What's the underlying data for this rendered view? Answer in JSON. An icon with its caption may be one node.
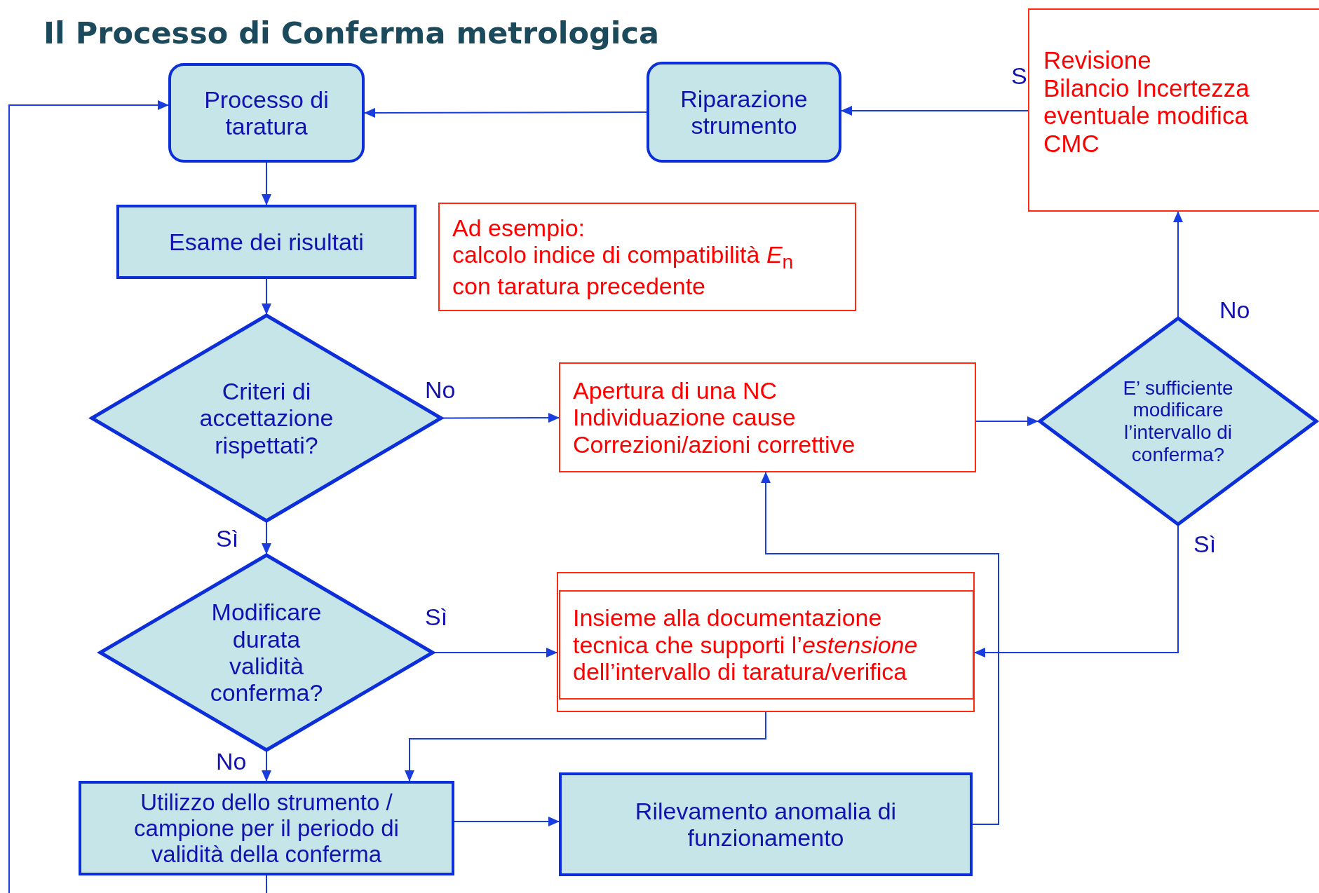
{
  "diagram": {
    "title": "Il Processo di Conferma metrologica",
    "nodes": [
      {
        "text": [
          "Processo di taratura"
        ]
      },
      {
        "text": [
          "Riparazione strumento"
        ]
      },
      {
        "text": [
          "Revisione",
          "Bilancio Incertezza",
          "eventuale modifica CMC"
        ]
      },
      {
        "text": [
          "Esame dei risultati"
        ]
      },
      {
        "text": [
          "Ad esempio:",
          "calcolo indice di compatibilità *E*$_{n}$ con taratura precedente"
        ]
      },
      {
        "text": [
          "Criteri di accettazione rispettati?"
        ]
      },
      {
        "text": [
          "Apertura di una NC",
          "Individuazione cause",
          "Correzioni/azioni correttive"
        ]
      },
      {
        "text": [
          "E’ sufficiente modificare l’intervallo di conferma?"
        ]
      },
      {
        "text": [
          "Modificare durata validità conferma?"
        ]
      },
      {
        "text": [],
        "shape": "box"
      },
      {
        "text": [
          "Insieme alla documentazione tecnica che supporti l’*estensione* dell’intervallo di taratura/verifica"
        ],
        "in": 9
      },
      {
        "text": [
          "Utilizzo dello strumento / campione per il periodo di validità della conferma"
        ]
      },
      {
        "text": [
          "Rilevamento anomalia di funzionamento"
        ]
      }
    ],
    "edges": [
      {
        "from": 0,
        "to": 3,
        "arrow": "to"
      },
      {
        "from": 1,
        "to": 0,
        "arrow": "to"
      },
      {
        "from": 2,
        "to": 1,
        "arrow": "to"
      },
      {
        "from": 7,
        "to": 2,
        "arrow": "to",
        "label": "No"
      },
      {
        "from": 3,
        "to": 5,
        "arrow": "to"
      },
      {
        "from": 5,
        "to": 6,
        "arrow": "to",
        "label": "No"
      },
      {
        "from": 6,
        "to": 7,
        "arrow": "to"
      },
      {
        "from": 5,
        "to": 8,
        "arrow": "to",
        "label": "Sì"
      },
      {
        "from": 8,
        "to": 9,
        "arrow": "to",
        "label": "Sì"
      },
      {
        "from": 7,
        "to": 9,
        "arrow": "to",
        "label": "Sì"
      },
      {
        "from": 9,
        "to": 11,
        "arrow": "to"
      },
      {
        "from": 8,
        "to": 11,
        "arrow": "to",
        "label": "No"
      },
      {
        "from": 11,
        "to": 12,
        "arrow": "to"
      },
      {
        "from": 12,
        "to": 6,
        "arrow": "to"
      },
      {
        "from": 11,
        "to": 0,
        "arrow": "to"
      }
    ],
    "labels": [
      "S"
    ]
  }
}
